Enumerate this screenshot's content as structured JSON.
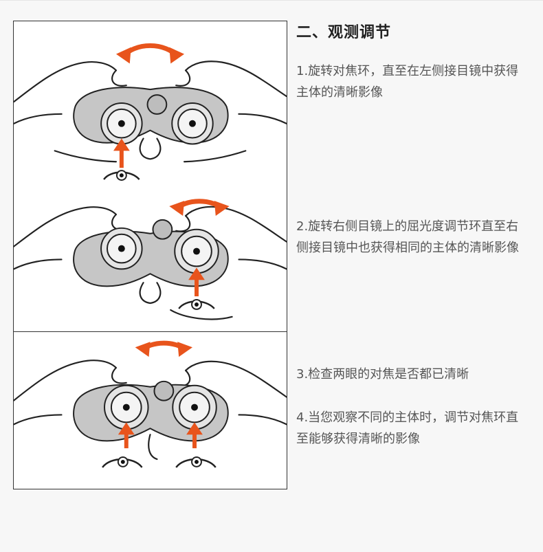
{
  "title": "二、观测调节",
  "steps": [
    "1.旋转对焦环，直至在左侧接目镜中获得主体的清晰影像",
    "2.旋转右侧目镜上的屈光度调节环直至右侧接目镜中也获得相同的主体的清晰影像",
    "3.检查两眼的对焦是否都已清晰",
    "4.当您观察不同的主体时，调节对焦环直至能够获得清晰的影像"
  ],
  "colors": {
    "arrow": "#e8541c",
    "binocular_body": "#c6c6c6",
    "line": "#222222",
    "text": "#555555",
    "title": "#222222"
  },
  "illustrations": [
    {
      "name": "panel-1",
      "rotate_arrow_over": "focus-wheel",
      "eye_arrows": [
        "left"
      ]
    },
    {
      "name": "panel-2",
      "rotate_arrow_over": "right-diopter-ring",
      "eye_arrows": [
        "right"
      ]
    },
    {
      "name": "panel-3",
      "rotate_arrow_over": "focus-wheel",
      "eye_arrows": [
        "left",
        "right"
      ]
    }
  ]
}
